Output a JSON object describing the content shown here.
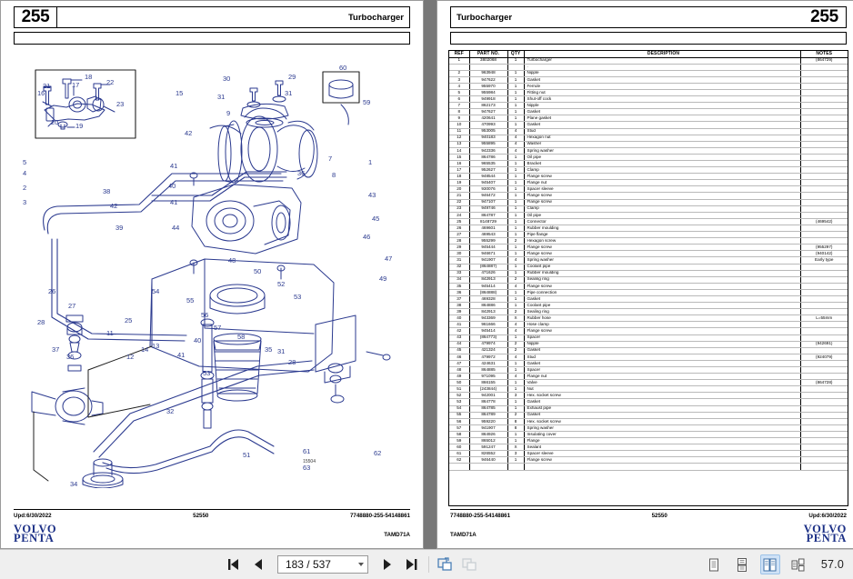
{
  "app": {
    "zoom_level": "57.0",
    "zoom_unit": "%"
  },
  "toolbar": {
    "first_page_label": "first-page",
    "prev_page_label": "previous-page",
    "next_page_label": "next-page",
    "last_page_label": "last-page",
    "page_value": "183 / 537",
    "page_current": "183",
    "page_total": "537",
    "tools": [
      {
        "name": "pan-tool",
        "label": "Pan",
        "enabled": true
      },
      {
        "name": "select-tool",
        "label": "Select",
        "enabled": false
      }
    ],
    "view_modes": [
      {
        "name": "single-page-view",
        "label": "Single Page",
        "active": false
      },
      {
        "name": "continuous-scroll-view",
        "label": "Continuous",
        "active": false
      },
      {
        "name": "two-page-view",
        "label": "Two Page",
        "active": true
      },
      {
        "name": "book-view",
        "label": "Book View",
        "active": false
      }
    ]
  },
  "left_page": {
    "section_number": "255",
    "title": "Turbocharger",
    "drawing_number": "15504",
    "footer": {
      "updated": "Upd:6/30/2022",
      "center_code": "52550",
      "right_code": "7748880-255-54148861",
      "model": "TAMD71A"
    },
    "logo": {
      "line1": "VOLVO",
      "line2": "PENTA"
    }
  },
  "right_page": {
    "section_number": "255",
    "title": "Turbocharger",
    "footer": {
      "left_code": "7748880-255-54148861",
      "center_code": "52550",
      "updated": "Upd:6/30/2022",
      "model": "TAMD71A"
    },
    "logo": {
      "line1": "VOLVO",
      "line2": "PENTA"
    },
    "table": {
      "headers": [
        "REF",
        "PART NO.",
        "QTY",
        "DESCRIPTION",
        "NOTES"
      ],
      "rows": [
        [
          "1",
          "3802068",
          "1",
          "Turbocharger",
          "(864729)"
        ],
        [
          "",
          "",
          "",
          ".",
          ""
        ],
        [
          "2",
          "963948",
          "1",
          "Nipple",
          ""
        ],
        [
          "3",
          "947622",
          "1",
          "Gasket",
          ""
        ],
        [
          "4",
          "955970",
          "1",
          "Ferrule",
          ""
        ],
        [
          "5",
          "955984",
          "1",
          "Fitting nut",
          ""
        ],
        [
          "6",
          "949918",
          "1",
          "Shut-off cock",
          ""
        ],
        [
          "7",
          "862173",
          "1",
          "Nipple",
          ""
        ],
        [
          "8",
          "947627",
          "1",
          "Gasket",
          ""
        ],
        [
          "9",
          "420641",
          "1",
          "Plane gasket",
          ""
        ],
        [
          "10",
          "470993",
          "1",
          "Gasket",
          ""
        ],
        [
          "11",
          "953005",
          "4",
          "Stud",
          ""
        ],
        [
          "12",
          "940183",
          "4",
          "Hexagon nut",
          ""
        ],
        [
          "13",
          "955895",
          "4",
          "Washer",
          ""
        ],
        [
          "14",
          "942336",
          "4",
          "Spring washer",
          ""
        ],
        [
          "15",
          "864786",
          "1",
          "Oil pipe",
          ""
        ],
        [
          "16",
          "965535",
          "1",
          "Bracket",
          ""
        ],
        [
          "17",
          "952627",
          "1",
          "Clamp",
          ""
        ],
        [
          "18",
          "948544",
          "1",
          "Flange screw",
          ""
        ],
        [
          "19",
          "945407",
          "1",
          "Flange nut",
          ""
        ],
        [
          "20",
          "930076",
          "1",
          "Spacer sleeve",
          ""
        ],
        [
          "21",
          "946472",
          "1",
          "Flange screw",
          ""
        ],
        [
          "22",
          "947107",
          "1",
          "Flange screw",
          ""
        ],
        [
          "23",
          "949746",
          "1",
          "Clamp",
          ""
        ],
        [
          "24",
          "864787",
          "1",
          "Oil pipe",
          ""
        ],
        [
          "25",
          "8148729",
          "1",
          "Connector",
          "(469542)"
        ],
        [
          "26",
          "469601",
          "1",
          "Rubber moulding",
          ""
        ],
        [
          "27",
          "469543",
          "1",
          "Pipe flange",
          ""
        ],
        [
          "28",
          "955299",
          "2",
          "Hexagon screw",
          ""
        ],
        [
          "29",
          "945444",
          "1",
          "Flange screw",
          "(955297)"
        ],
        [
          "30",
          "946671",
          "1",
          "Flange screw",
          "(940142)"
        ],
        [
          "31",
          "941907",
          "4",
          "Spring washer",
          "Early type"
        ],
        [
          "32",
          "(864887)",
          "1",
          "Coolant pipe",
          ""
        ],
        [
          "33",
          "471626",
          "1",
          "Rubber moulding",
          ""
        ],
        [
          "34",
          "842913",
          "2",
          "Sealing ring",
          ""
        ],
        [
          "35",
          "945414",
          "4",
          "Flange screw",
          ""
        ],
        [
          "36",
          "(864888)",
          "1",
          "Pipe connection",
          ""
        ],
        [
          "37",
          "469328",
          "1",
          "Gasket",
          ""
        ],
        [
          "38",
          "864886",
          "1",
          "Coolant pipe",
          ""
        ],
        [
          "39",
          "842913",
          "2",
          "Sealing ring",
          ""
        ],
        [
          "40",
          "943369",
          "X",
          "Rubber hose",
          "L=55mm"
        ],
        [
          "41",
          "961666",
          "4",
          "Hose clamp",
          ""
        ],
        [
          "42",
          "945414",
          "4",
          "Flange screw",
          ""
        ],
        [
          "43",
          "(864773)",
          "1",
          "Spacer",
          ""
        ],
        [
          "44",
          "479974",
          "2",
          "Nipple",
          "(942691)"
        ],
        [
          "45",
          "421324",
          "2",
          "Gasket",
          ""
        ],
        [
          "46",
          "479972",
          "4",
          "Stud",
          "(924079)"
        ],
        [
          "47",
          "424631",
          "1",
          "Gasket",
          ""
        ],
        [
          "48",
          "864885",
          "1",
          "Spacer",
          ""
        ],
        [
          "49",
          "971095",
          "4",
          "Flange nut",
          ""
        ],
        [
          "50",
          "866155",
          "1",
          "Valve",
          "(864728)"
        ],
        [
          "51",
          "(243844)",
          "1",
          "Nut",
          ""
        ],
        [
          "52",
          "942001",
          "3",
          "Hex. socket screw",
          ""
        ],
        [
          "53",
          "864778",
          "1",
          "Gasket",
          ""
        ],
        [
          "54",
          "864785",
          "1",
          "Exhaust pipe",
          ""
        ],
        [
          "55",
          "864789",
          "2",
          "Gasket",
          ""
        ],
        [
          "56",
          "959220",
          "8",
          "Hex. socket screw",
          ""
        ],
        [
          "57",
          "941907",
          "8",
          "Spring washer",
          ""
        ],
        [
          "58",
          "864926",
          "1",
          "Insulating cover",
          ""
        ],
        [
          "59",
          "865012",
          "1",
          "Flange",
          ""
        ],
        [
          "60",
          "591247",
          "X",
          "Sealant",
          ""
        ],
        [
          "61",
          "826552",
          "3",
          "Spacer sleeve",
          ""
        ],
        [
          "62",
          "946440",
          "1",
          "Flange screw",
          ""
        ],
        [
          "",
          "",
          "",
          "",
          ""
        ]
      ]
    }
  },
  "colors": {
    "diagram_line": "#2b3a8f",
    "brand": "#1b2f86",
    "toolbar_bg": "#efefef",
    "viewer_bg": "#787878",
    "active_tab": "#cfe2f6"
  }
}
